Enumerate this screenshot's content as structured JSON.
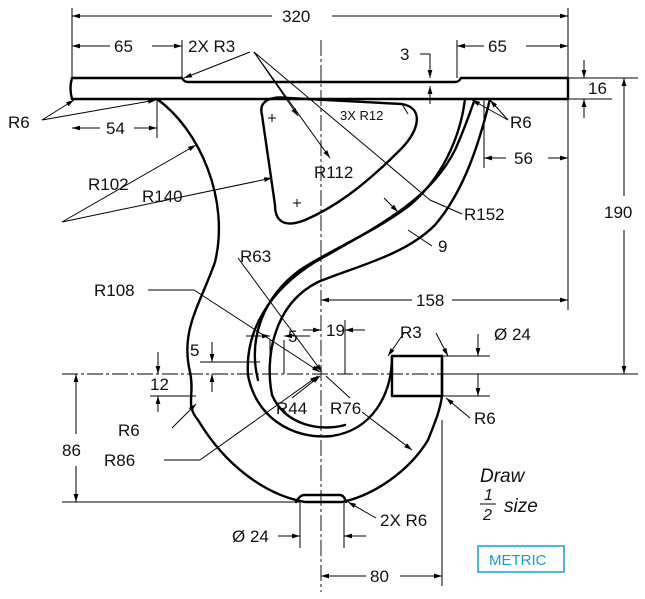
{
  "dimensions": {
    "overall_width": "320",
    "flange_left": "65",
    "flange_right": "65",
    "notch_radius": "2X R3",
    "notch_depth": "3",
    "plate_thickness": "16",
    "fillet_left": "R6",
    "fillet_right": "R6",
    "left_offset": "54",
    "right_offset": "56",
    "arc_r102": "R102",
    "arc_r140": "R140",
    "slot_radii": "3X R12",
    "arc_r112": "R112",
    "arc_r152": "R152",
    "rib_width": "9",
    "overall_height": "190",
    "arc_r63": "R63",
    "arc_r108": "R108",
    "horizontal_158": "158",
    "small_5a": "5",
    "small_5b": "5",
    "offset_19": "19",
    "tip_r3": "R3",
    "tip_dia": "Ø 24",
    "height_12": "12",
    "bottom_r6_left": "R6",
    "bottom_r6_right": "R6",
    "arc_r44": "R44",
    "arc_r76": "R76",
    "arc_r86": "R86",
    "height_86": "86",
    "base_dia": "Ø 24",
    "base_r6": "2X R6",
    "width_80": "80"
  },
  "note": {
    "draw": "Draw",
    "numerator": "1",
    "denominator": "2",
    "size": "size"
  },
  "badge": "METRIC",
  "colors": {
    "line": "#000000",
    "badge": "#1a9bd0"
  }
}
